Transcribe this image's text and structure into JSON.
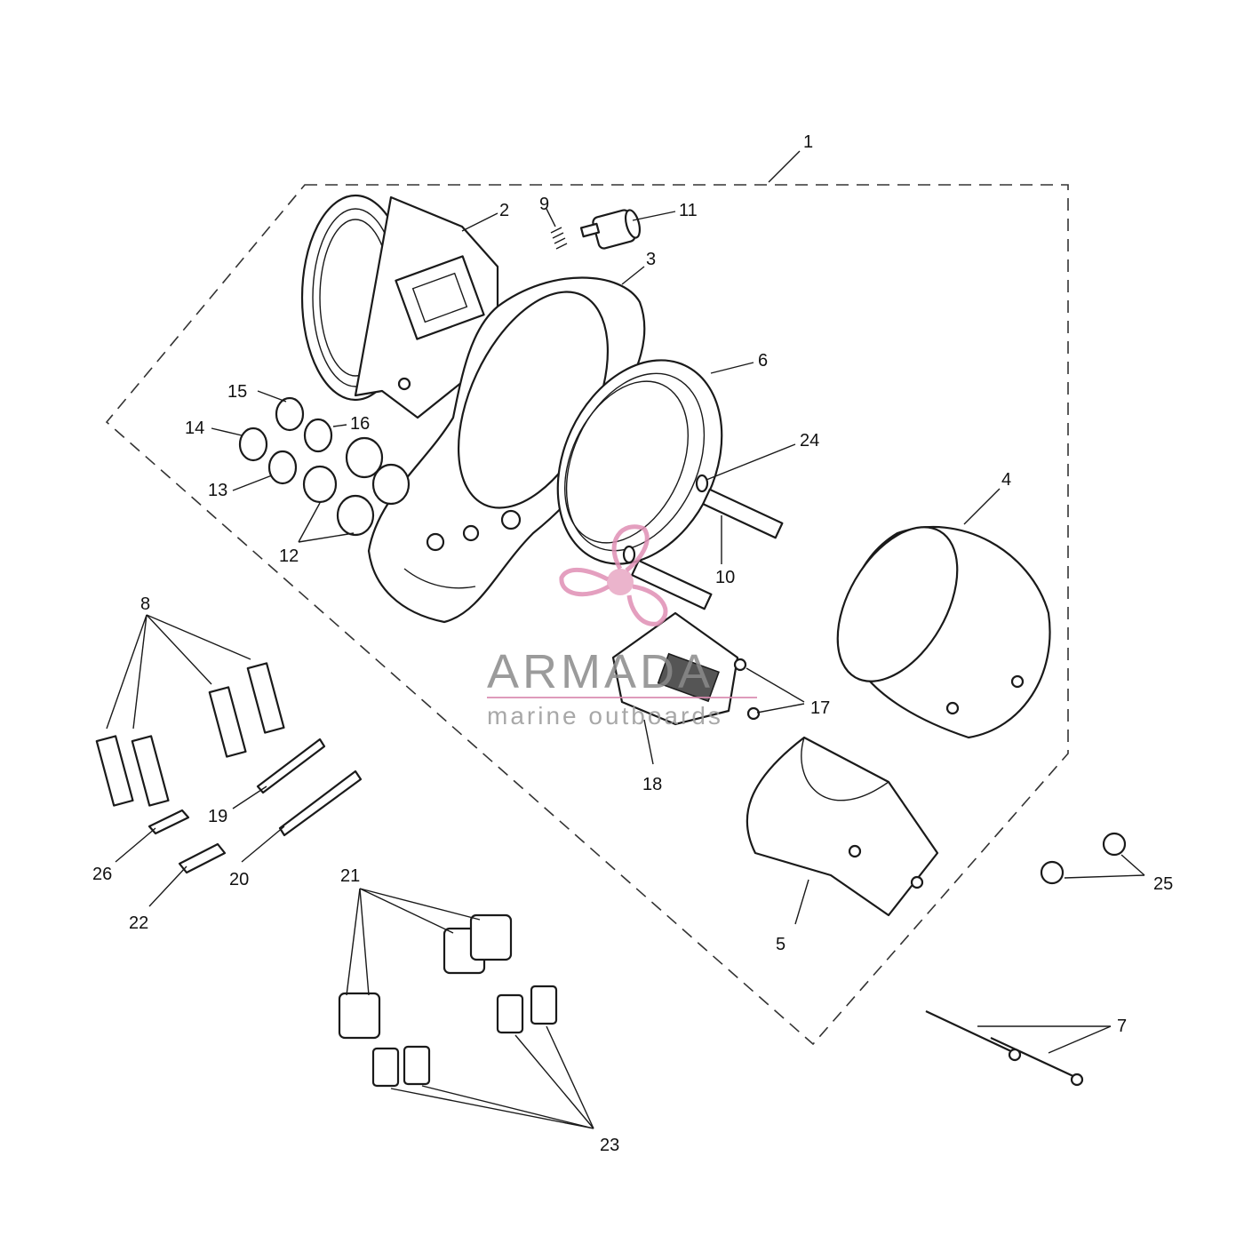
{
  "callouts": {
    "c1": "1",
    "c2": "2",
    "c3": "3",
    "c4": "4",
    "c5": "5",
    "c6": "6",
    "c7": "7",
    "c8": "8",
    "c9": "9",
    "c10": "10",
    "c11": "11",
    "c12": "12",
    "c13": "13",
    "c14": "14",
    "c15": "15",
    "c16": "16",
    "c17": "17",
    "c18": "18",
    "c19": "19",
    "c20": "20",
    "c21": "21",
    "c22": "22",
    "c23": "23",
    "c24": "24",
    "c25": "25",
    "c26": "26"
  },
  "watermark": {
    "brand": "ARMADA",
    "tagline": "marine outboards",
    "color": "#e08fb5"
  }
}
